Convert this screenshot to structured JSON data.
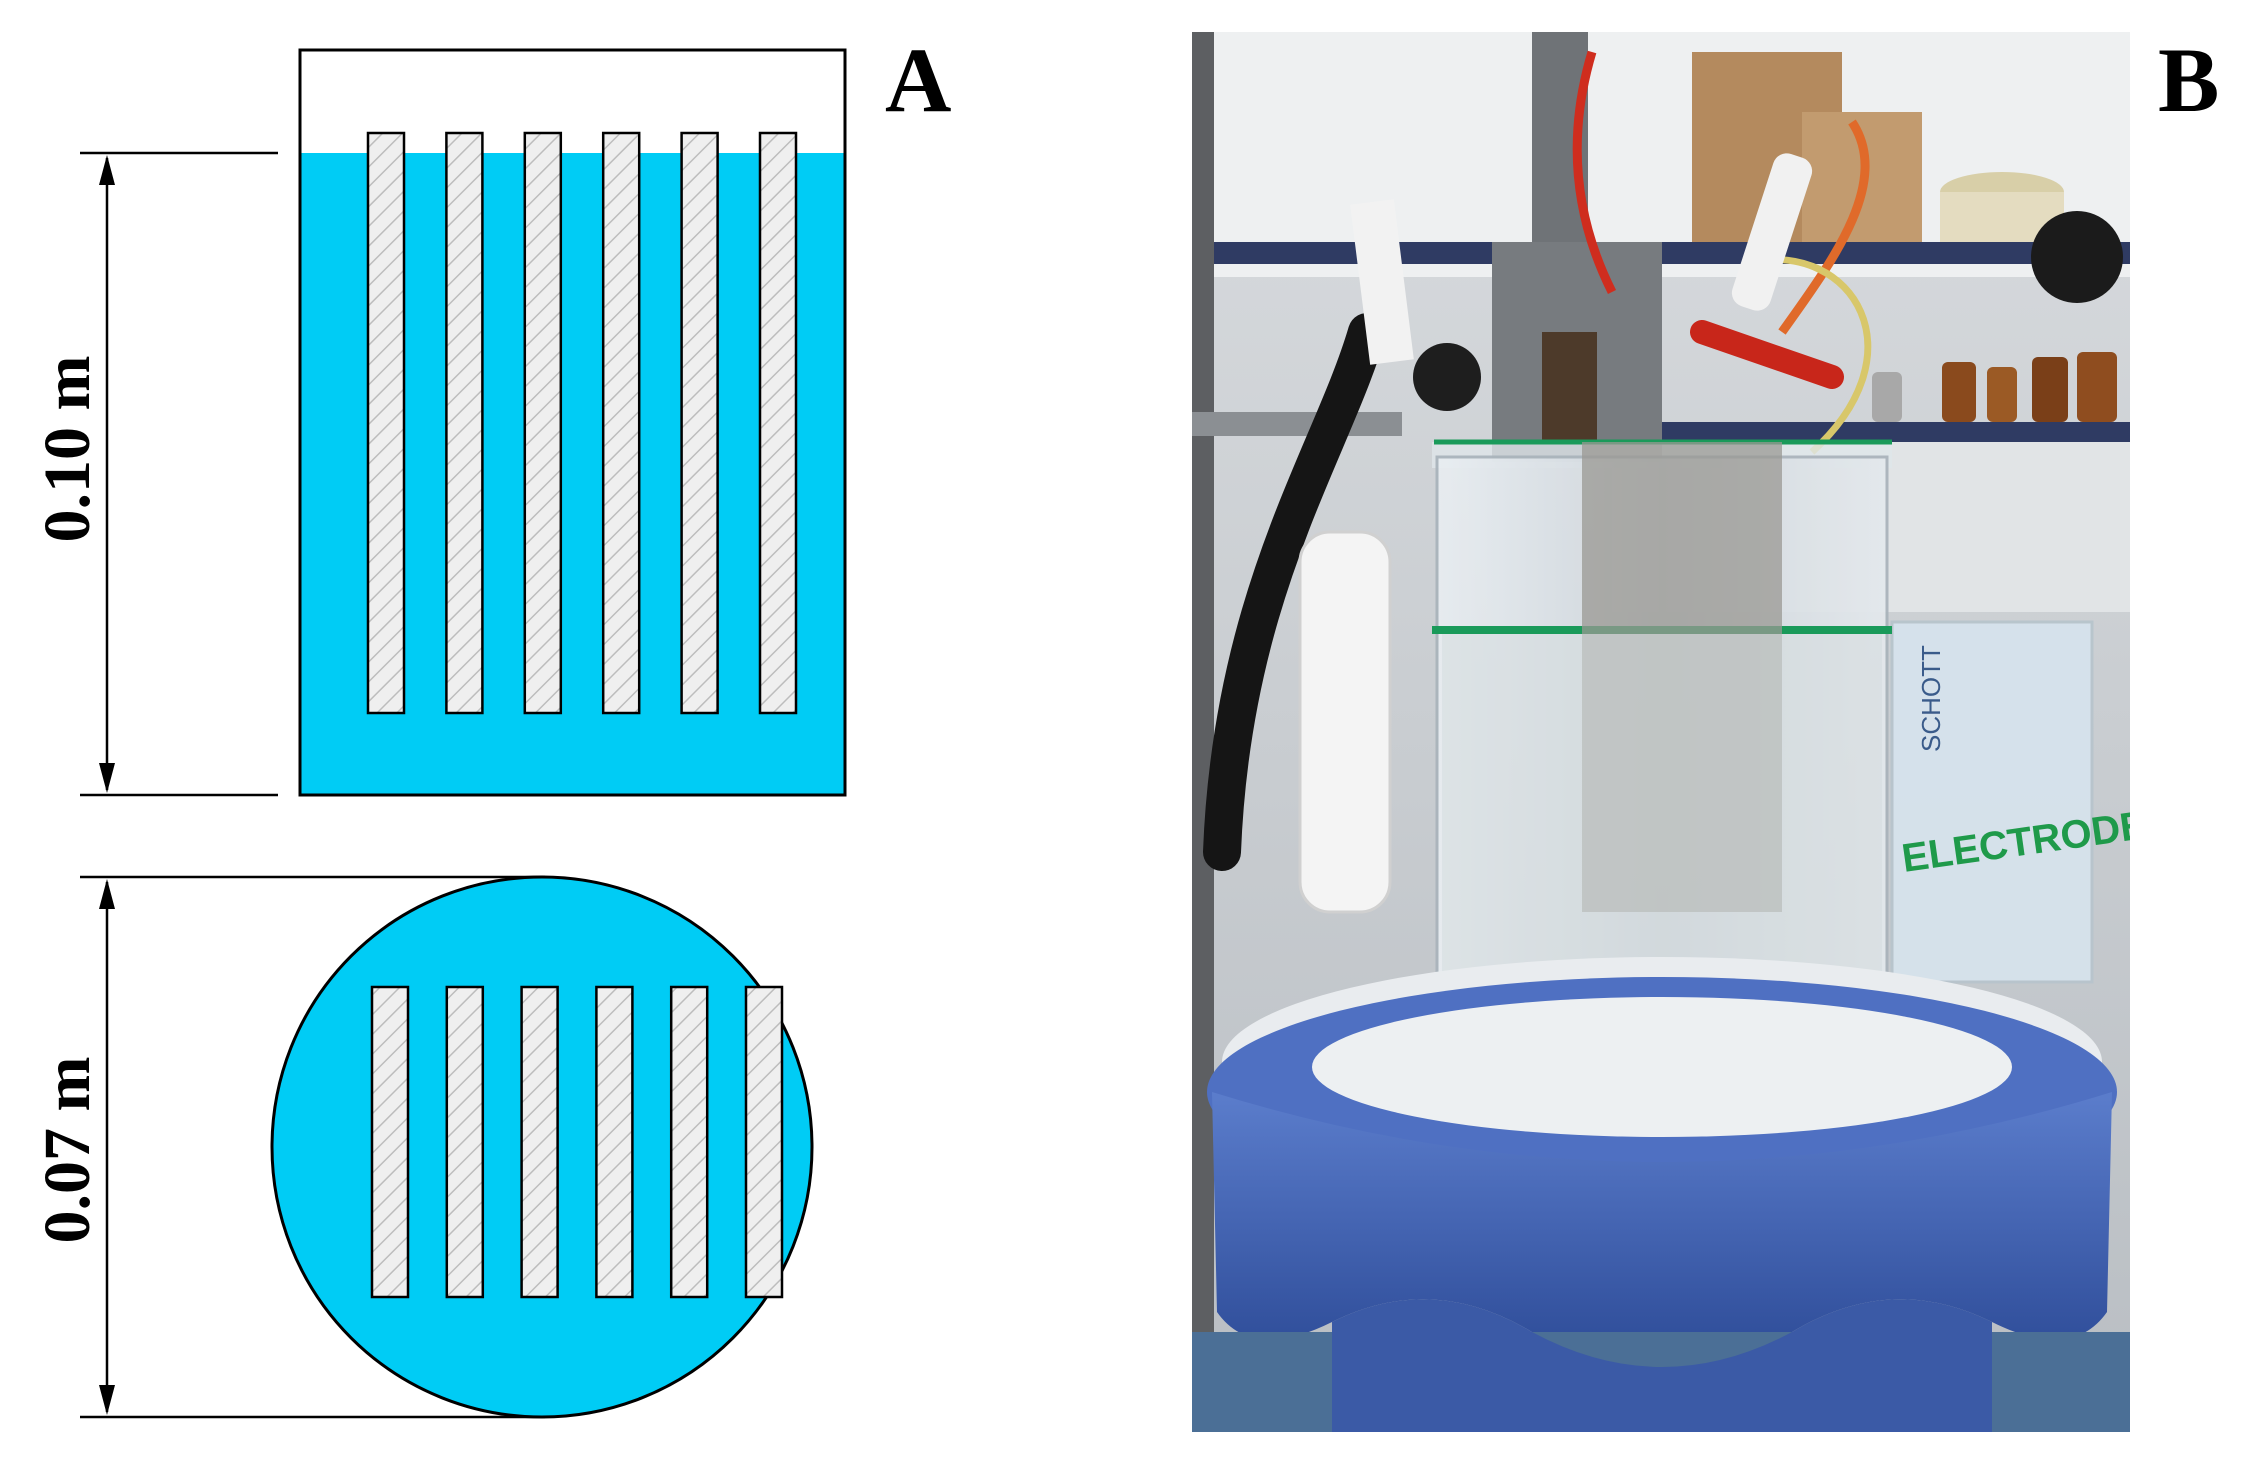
{
  "panels": {
    "a": {
      "label": "A"
    },
    "b": {
      "label": "B"
    }
  },
  "diagram": {
    "height_dimension": "0.10 m",
    "diameter_dimension": "0.07 m",
    "electrode_count": 6
  },
  "photo": {
    "beaker_text_1": "SCHOTT",
    "beaker_text_2": "ELECTRODE"
  },
  "colors": {
    "electrolyte": "#00CCF5",
    "electrode_fill": "#EFEFEF",
    "outline": "#000000",
    "stirrer_blue": "#3F63B8"
  }
}
